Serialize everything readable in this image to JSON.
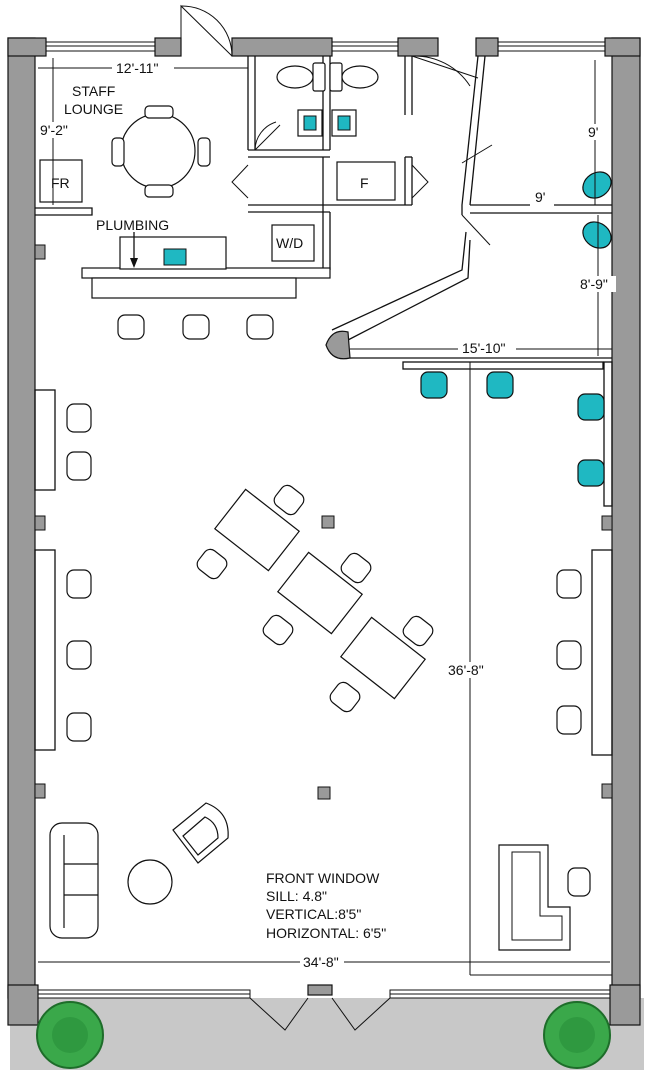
{
  "labels": {
    "staff_lounge_line1": "STAFF",
    "staff_lounge_line2": "LOUNGE",
    "plumbing": "PLUMBING",
    "fr": "FR",
    "f": "F",
    "wd": "W/D",
    "front_window_title": "FRONT WINDOW",
    "front_window_sill": "SILL: 4.8\"",
    "front_window_vertical": "VERTICAL:8'5\"",
    "front_window_horizontal": "HORIZONTAL: 6'5\""
  },
  "dimensions": {
    "lounge_width": "12'-11\"",
    "lounge_depth": "9'-2\"",
    "office_depth": "9'",
    "office_width": "9'",
    "office2_depth": "8'-9\"",
    "counter_width": "15'-10\"",
    "room_depth": "36'-8\"",
    "total_width": "34'-8\""
  },
  "colors": {
    "wall": "#9a9a9a",
    "sidewalk": "#c8c8c8",
    "accent_teal": "#1fb8c2",
    "shrub": "#3aa84a",
    "shrub_dark": "#1e6d2a"
  },
  "icons": [
    "fridge-icon",
    "toilet-icon",
    "sink-icon",
    "chair-icon",
    "table-icon",
    "sofa-icon",
    "armchair-icon",
    "shrub-icon",
    "column-icon",
    "door-swing-icon"
  ]
}
